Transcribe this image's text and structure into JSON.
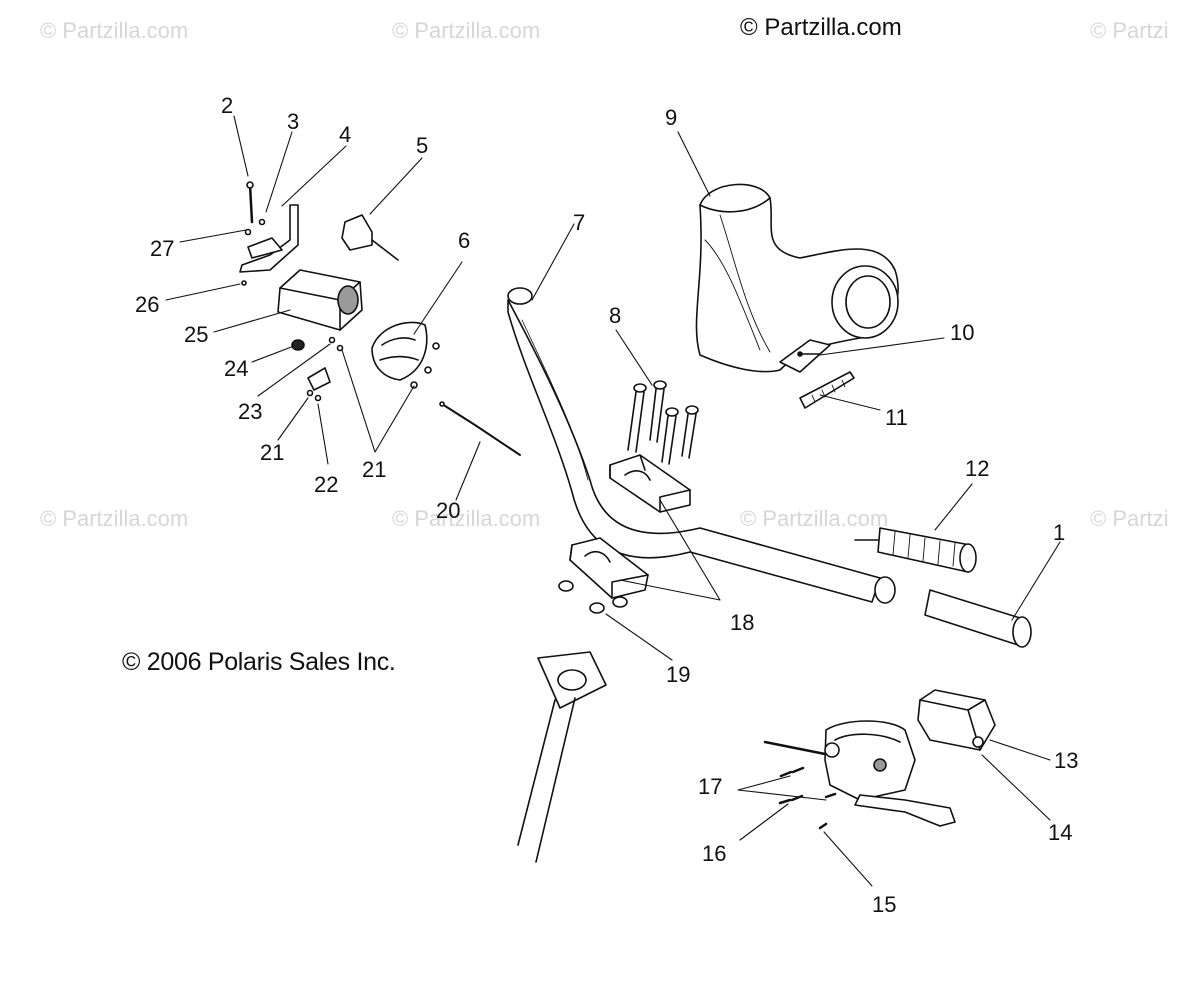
{
  "watermarks": {
    "text": "© Partzilla.com",
    "edge_text": "© Partzi"
  },
  "copyright_top": "© Partzilla.com",
  "copyright_polaris": "© 2006 Polaris Sales Inc.",
  "callouts": [
    "1",
    "2",
    "3",
    "4",
    "5",
    "6",
    "7",
    "8",
    "9",
    "10",
    "11",
    "12",
    "13",
    "14",
    "15",
    "16",
    "17",
    "18",
    "19",
    "20",
    "21",
    "21",
    "22",
    "23",
    "24",
    "25",
    "26",
    "27"
  ],
  "colors": {
    "line": "#111111",
    "watermark": "#d6d6d6",
    "part_fill": "#ffffff",
    "shade": "#9a9a9a"
  }
}
